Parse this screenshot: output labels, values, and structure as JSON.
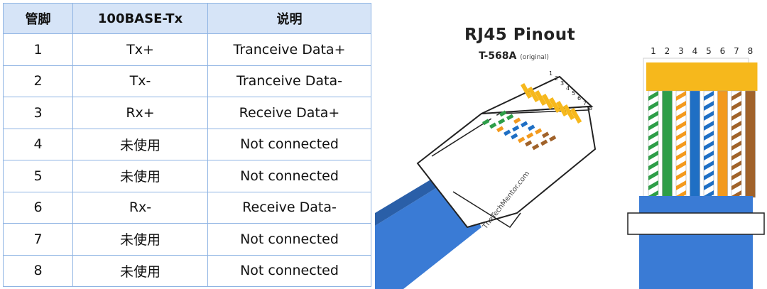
{
  "table": {
    "headers": [
      "管脚",
      "100BASE-Tx",
      "说明"
    ],
    "rows": [
      [
        "1",
        "Tx+",
        "Tranceive Data+"
      ],
      [
        "2",
        "Tx-",
        "Tranceive Data-"
      ],
      [
        "3",
        "Rx+",
        "Receive Data+"
      ],
      [
        "4",
        "未使用",
        "Not connected"
      ],
      [
        "5",
        "未使用",
        "Not connected"
      ],
      [
        "6",
        "Rx-",
        "Receive Data-"
      ],
      [
        "7",
        "未使用",
        "Not connected"
      ],
      [
        "8",
        "未使用",
        "Not connected"
      ]
    ]
  },
  "figure": {
    "title": "RJ45  Pinout",
    "standard": "T-568A",
    "standard_note": "(original)",
    "watermark": "TheTechMentor.com",
    "pin_numbers": [
      "1",
      "2",
      "3",
      "4",
      "5",
      "6",
      "7",
      "8"
    ],
    "wires": [
      {
        "base": "#ffffff",
        "stripe": "#2e9e48",
        "striped": true
      },
      {
        "base": "#2e9e48",
        "stripe": "#2e9e48",
        "striped": false
      },
      {
        "base": "#ffffff",
        "stripe": "#f39a1e",
        "striped": true
      },
      {
        "base": "#1f6fc4",
        "stripe": "#1f6fc4",
        "striped": false
      },
      {
        "base": "#ffffff",
        "stripe": "#1f6fc4",
        "striped": true
      },
      {
        "base": "#f39a1e",
        "stripe": "#f39a1e",
        "striped": false
      },
      {
        "base": "#ffffff",
        "stripe": "#a0622a",
        "striped": true
      },
      {
        "base": "#a0622a",
        "stripe": "#a0622a",
        "striped": false
      }
    ],
    "colors": {
      "contact_gold": "#f6b81c",
      "cable_blue": "#3a7bd5",
      "cable_blue_dark": "#2a5fa8",
      "table_border": "#8fb4e3",
      "table_header_bg": "#d6e4f7"
    }
  }
}
